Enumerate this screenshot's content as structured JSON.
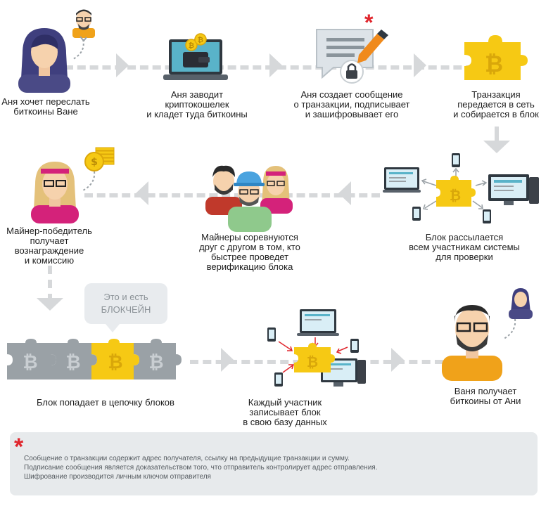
{
  "steps": {
    "s1": [
      "Аня хочет переслать",
      "биткоины Ване"
    ],
    "s2": [
      "Аня заводит",
      "криптокошелек",
      "и кладет туда биткоины"
    ],
    "s3": [
      "Аня создает сообщение",
      "о транзакции, подписывает",
      "и зашифровывает его"
    ],
    "s4": [
      "Транзакция",
      "передается в сеть",
      "и собирается в блок"
    ],
    "s5": [
      "Блок рассылается",
      "всем участникам системы",
      "для проверки"
    ],
    "s6": [
      "Майнеры соревнуются",
      "друг с другом в том, кто",
      "быстрее проведет",
      "верификацию блока"
    ],
    "s7": [
      "Майнер-победитель",
      "получает",
      "вознаграждение",
      "и комиссию"
    ],
    "s8": [
      "Блок попадает в цепочку блоков"
    ],
    "s9": [
      "Каждый участник",
      "записывает блок",
      "в свою базу данных"
    ],
    "s10": [
      "Ваня получает",
      "биткоины от Ани"
    ]
  },
  "bubble": [
    "Это и есть",
    "БЛОКЧЕЙН"
  ],
  "star_mark": "*",
  "footnote": {
    "star": "*",
    "lines": [
      "Сообщение о транзакции содержит адрес получателя, ссылку на предыдущие транзакции и сумму.",
      "Подписание сообщения является доказательством того, что отправитель контролирует адрес отправления.",
      "Шифрование производится личным ключом отправителя"
    ]
  },
  "icons": {
    "bitcoin_symbol": "₿",
    "coin_symbol": "$"
  },
  "colors": {
    "accent_yellow": "#f6c914",
    "gray_block": "#9aa1a6",
    "arrow_gray": "#d6d8da",
    "star_red": "#e0262d",
    "female_purple": "#4a4a86",
    "female_magenta": "#d4227a",
    "male_orange": "#f0a21a"
  }
}
